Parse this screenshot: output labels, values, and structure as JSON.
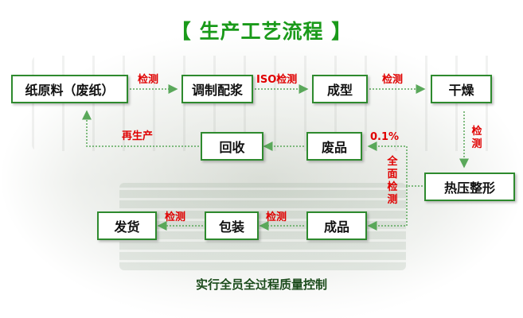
{
  "title": "【 生产工艺流程 】",
  "steps": {
    "raw_material": "纸原料（废纸）",
    "mixing": "调制配浆",
    "forming": "成型",
    "drying": "干燥",
    "hot_press": "热压整形",
    "waste": "废品",
    "recycle": "回收",
    "product": "成品",
    "packing": "包装",
    "shipping": "发货"
  },
  "labels": {
    "inspect1": "检测",
    "iso_inspect": "ISO检测",
    "inspect2": "检测",
    "inspect3": "检测",
    "reproduce": "再生产",
    "rate": "0.1%",
    "full_inspect": "全面检测",
    "inspect4": "检测",
    "inspect5": "检测"
  },
  "footer": "实行全员全过程质量控制",
  "colors": {
    "title": "#1a9a1a",
    "box_border": "#2e8a2e",
    "arrow": "#5aa85a",
    "label": "#e00000"
  }
}
